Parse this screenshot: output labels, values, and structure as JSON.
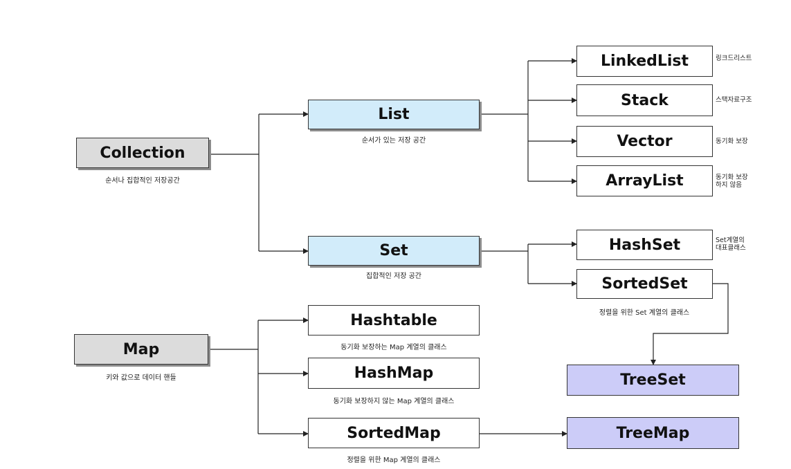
{
  "colors": {
    "root_fill": "#dcdcdc",
    "interface_fill": "#d2ecfa",
    "impl_fill": "#ffffff",
    "tree_fill": "#ccccf8",
    "line": "#222222"
  },
  "nodes": {
    "collection": {
      "label": "Collection",
      "caption": "순서나 집합적인 저장공간"
    },
    "list": {
      "label": "List",
      "caption": "순서가 있는 저장 공간"
    },
    "set": {
      "label": "Set",
      "caption": "집합적인 저장 공간"
    },
    "linkedlist": {
      "label": "LinkedList",
      "note": "링크드리스트"
    },
    "stack": {
      "label": "Stack",
      "note": "스택자료구조"
    },
    "vector": {
      "label": "Vector",
      "note": "동기화 보장"
    },
    "arraylist": {
      "label": "ArrayList",
      "note_line1": "동기화 보장",
      "note_line2": "하지 않음"
    },
    "hashset": {
      "label": "HashSet",
      "note_line1": "Set계열의",
      "note_line2": "대표클래스"
    },
    "sortedset": {
      "label": "SortedSet",
      "caption": "정렬을 위한 Set 계열의 클래스"
    },
    "treeset": {
      "label": "TreeSet"
    },
    "map": {
      "label": "Map",
      "caption": "키와 값으로 데이터 핸들"
    },
    "hashtable": {
      "label": "Hashtable",
      "caption": "동기화 보장하는 Map 계열의 클래스"
    },
    "hashmap": {
      "label": "HashMap",
      "caption": "동기화 보장하지 않는 Map 계열의 클래스"
    },
    "sortedmap": {
      "label": "SortedMap",
      "caption": "정렬을 위한 Map 계열의 클래스"
    },
    "treemap": {
      "label": "TreeMap"
    }
  }
}
